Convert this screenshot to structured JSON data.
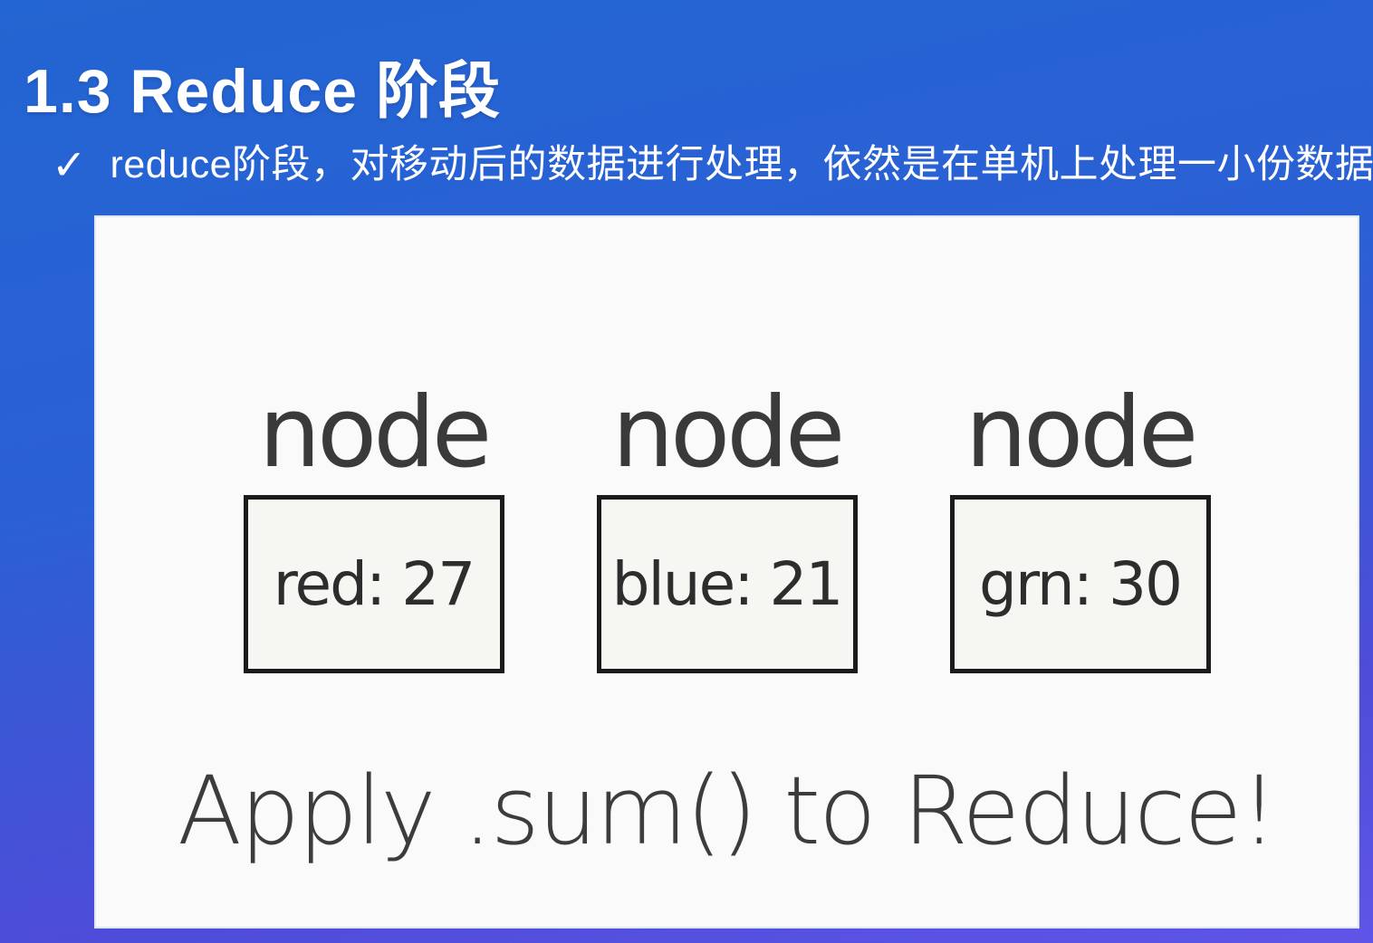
{
  "slide": {
    "title": "1.3 Reduce 阶段",
    "bullet": {
      "marker": "✓",
      "text": "reduce阶段，对移动后的数据进行处理，依然是在单机上处理一小份数据"
    }
  },
  "diagram": {
    "nodes": [
      {
        "label": "node",
        "value": "red: 27"
      },
      {
        "label": "node",
        "value": "blue: 21"
      },
      {
        "label": "node",
        "value": "grn: 30"
      }
    ],
    "caption": "Apply .sum() to Reduce!"
  },
  "colors": {
    "background_top": "#2365d2",
    "background_bottom": "#5f55e8",
    "title_text": "#ffffff",
    "panel_background": "#fafafa",
    "node_box_border": "#1b1b1b",
    "node_box_background": "#f6f6f2",
    "diagram_text": "#3a3a3a"
  }
}
